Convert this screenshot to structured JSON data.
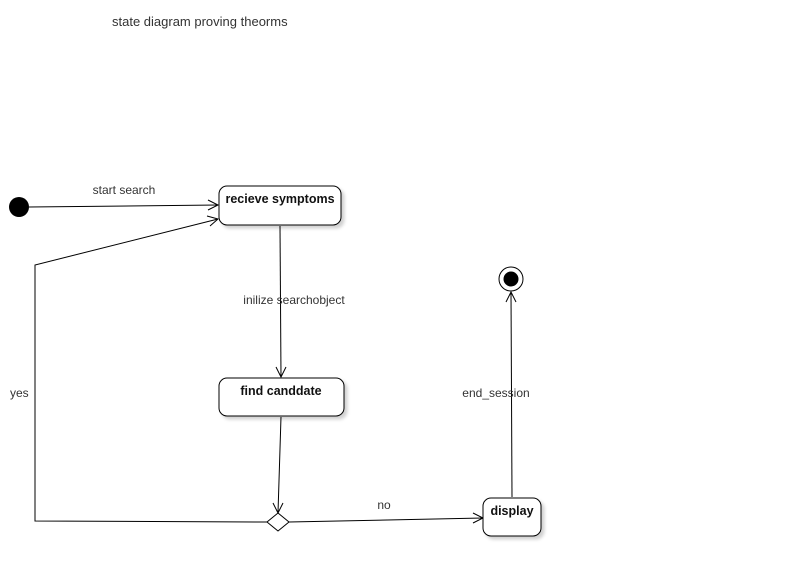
{
  "diagram": {
    "title": "state diagram proving theorms",
    "states": {
      "receive": "recieve symptoms",
      "find": "find canddate",
      "display": "display"
    },
    "transitions": {
      "start": "start search",
      "init": "inilize searchobject",
      "yes": "yes",
      "no": "no",
      "end": "end_session"
    }
  }
}
